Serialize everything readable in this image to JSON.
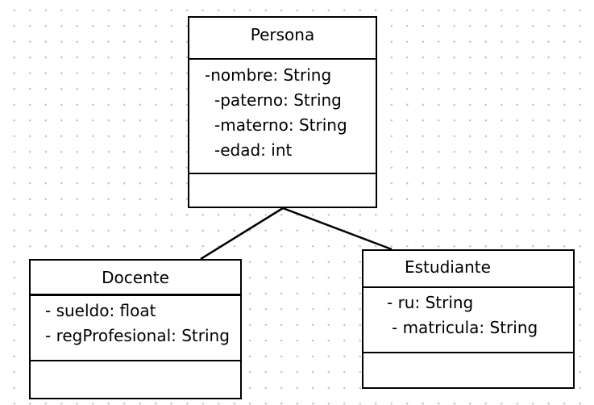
{
  "classes": {
    "persona": {
      "name": "Persona",
      "attributes": [
        "-nombre: String",
        "-paterno: String",
        "-materno: String",
        "-edad: int"
      ],
      "methods": []
    },
    "docente": {
      "name": "Docente",
      "attributes": [
        "- sueldo: float",
        "- regProfesional: String"
      ],
      "methods": []
    },
    "estudiante": {
      "name": "Estudiante",
      "attributes": [
        "- ru: String",
        "- matricula: String"
      ],
      "methods": []
    }
  },
  "relations": [
    {
      "from": "Docente",
      "to": "Persona",
      "kind": "generalization"
    },
    {
      "from": "Estudiante",
      "to": "Persona",
      "kind": "generalization"
    }
  ],
  "colors": {
    "background": "#ffffff",
    "grid_dots": "#c4c4c4",
    "stroke": "#000000"
  }
}
